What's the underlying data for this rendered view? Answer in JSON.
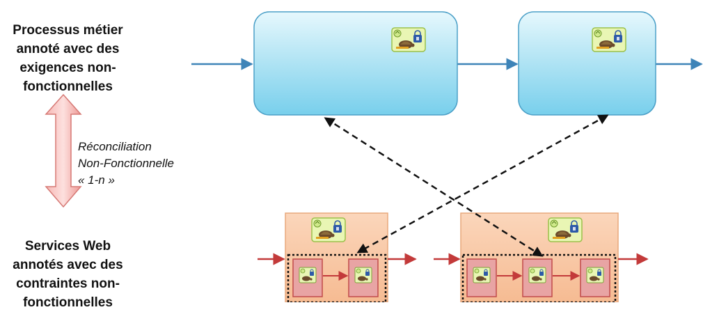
{
  "left_labels": {
    "process": {
      "lines": [
        "Processus métier",
        "annoté avec des",
        "exigences non-",
        "fonctionnelles"
      ]
    },
    "services": {
      "lines": [
        "Services Web",
        "annotés avec des",
        "contraintes non-",
        "fonctionnelles"
      ]
    }
  },
  "reconciliation": {
    "lines": [
      "Réconciliation",
      "Non-Fonctionnelle",
      "« 1-n »"
    ]
  },
  "icons": {
    "nf_badge": "tortoise-lock-badge-icon",
    "service": "tortoise-lock-service-icon"
  },
  "colors": {
    "process_fill_top": "#dff5fb",
    "process_fill_bottom": "#7fd3ee",
    "process_stroke": "#4a9fc7",
    "flow_blue": "#3e84b8",
    "service_fill": "#f9c9a6",
    "service_stroke": "#e8a87c",
    "flow_red": "#c33a3a",
    "inner_box_fill": "#e8a4a4",
    "inner_box_stroke": "#c04a4a",
    "double_arrow_fill": "#f2a3a0",
    "double_arrow_stroke": "#d67874",
    "badge_fill": "#e9f6b4",
    "badge_stroke": "#9ac04a"
  }
}
